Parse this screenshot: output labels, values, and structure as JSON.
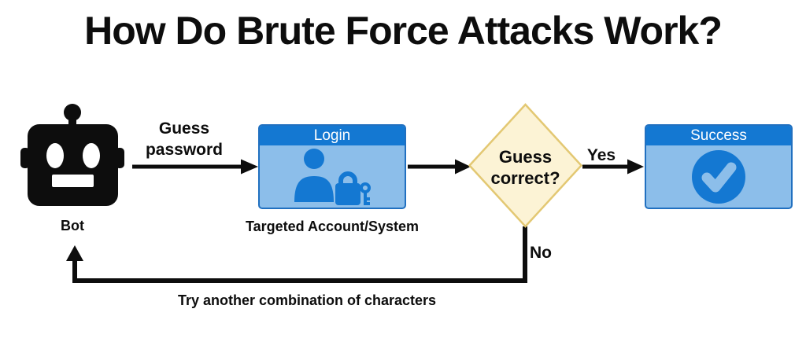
{
  "title": "How Do Brute Force Attacks Work?",
  "colors": {
    "node_header": "#1478d2",
    "node_body": "#8cbeea",
    "node_border": "#2170c0",
    "diamond_fill": "#fcf3d5",
    "diamond_border": "#e3c873",
    "ink": "#0d0d0d",
    "bg": "#ffffff"
  },
  "nodes": {
    "bot": {
      "label": "Bot",
      "icon": "robot-icon"
    },
    "login": {
      "header": "Login",
      "caption": "Targeted Account/System",
      "icon": "user-lock-icon"
    },
    "decision": {
      "line1": "Guess",
      "line2": "correct?"
    },
    "success": {
      "header": "Success",
      "icon": "check-circle-icon"
    }
  },
  "edges": {
    "guess_password": {
      "line1": "Guess",
      "line2": "password"
    },
    "yes": {
      "label": "Yes"
    },
    "no": {
      "label": "No"
    },
    "retry": {
      "label": "Try another combination of characters"
    }
  }
}
